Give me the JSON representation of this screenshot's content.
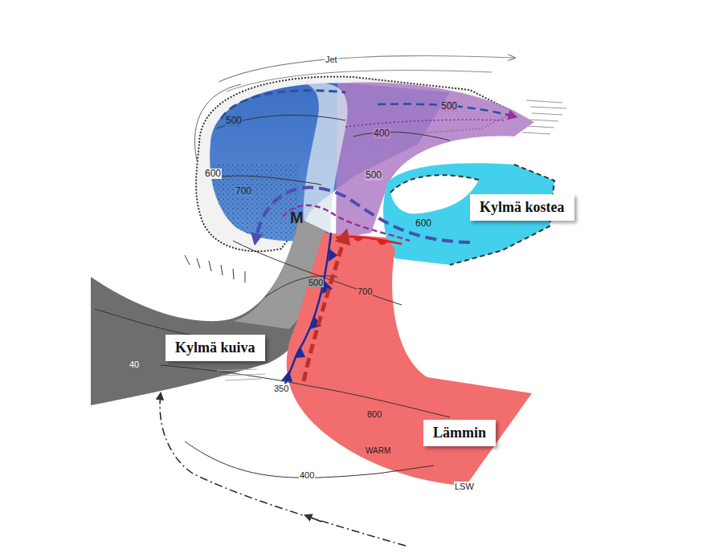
{
  "diagram": {
    "nodes": [
      {
        "text": [
          "Kylmä kostea"
        ]
      },
      {
        "text": [
          "Kylmä kuiva"
        ]
      },
      {
        "text": [
          "Lämmin"
        ]
      }
    ],
    "labels": [
      "Jet",
      "500",
      "600",
      "700",
      "500",
      "400",
      "500",
      "600",
      "M",
      "500",
      "700",
      "800",
      "WARM",
      "LSW",
      "40",
      "350",
      "400"
    ]
  }
}
